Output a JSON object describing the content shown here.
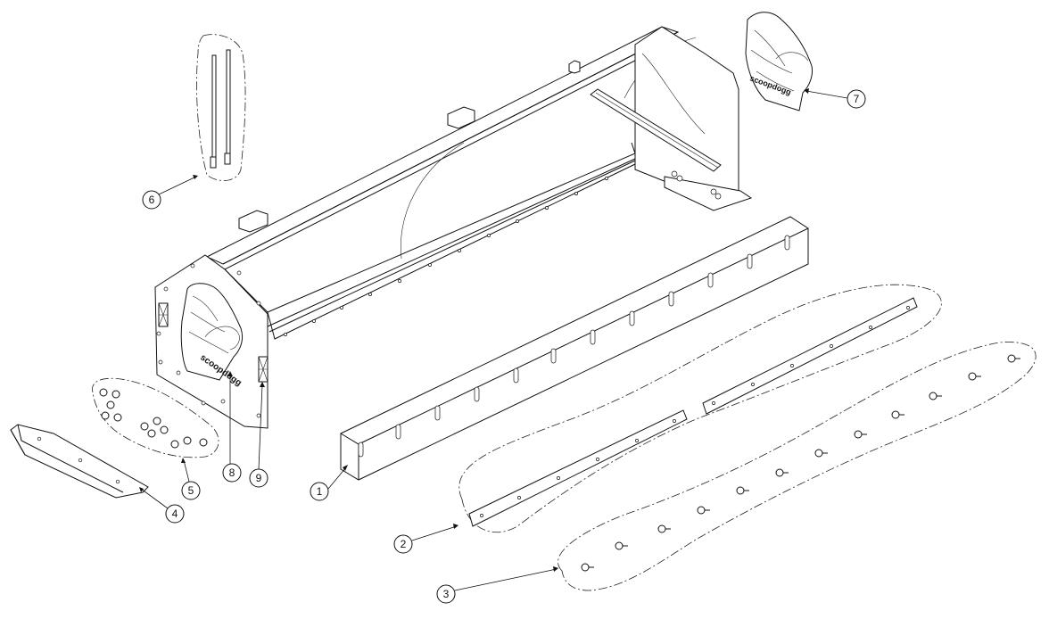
{
  "callouts": [
    {
      "id": "1",
      "label": "1",
      "part": "cutting-edge-blade"
    },
    {
      "id": "2",
      "label": "2",
      "part": "wear-strips"
    },
    {
      "id": "3",
      "label": "3",
      "part": "carriage-bolts"
    },
    {
      "id": "4",
      "label": "4",
      "part": "skid-shoe"
    },
    {
      "id": "5",
      "label": "5",
      "part": "hardware-nuts-bolts"
    },
    {
      "id": "6",
      "label": "6",
      "part": "marker-rods"
    },
    {
      "id": "7",
      "label": "7",
      "part": "decal-side"
    },
    {
      "id": "8",
      "label": "8",
      "part": "decal-logo"
    },
    {
      "id": "9",
      "label": "9",
      "part": "reflector-decal"
    }
  ],
  "logo": {
    "text": "scoopdogg"
  }
}
